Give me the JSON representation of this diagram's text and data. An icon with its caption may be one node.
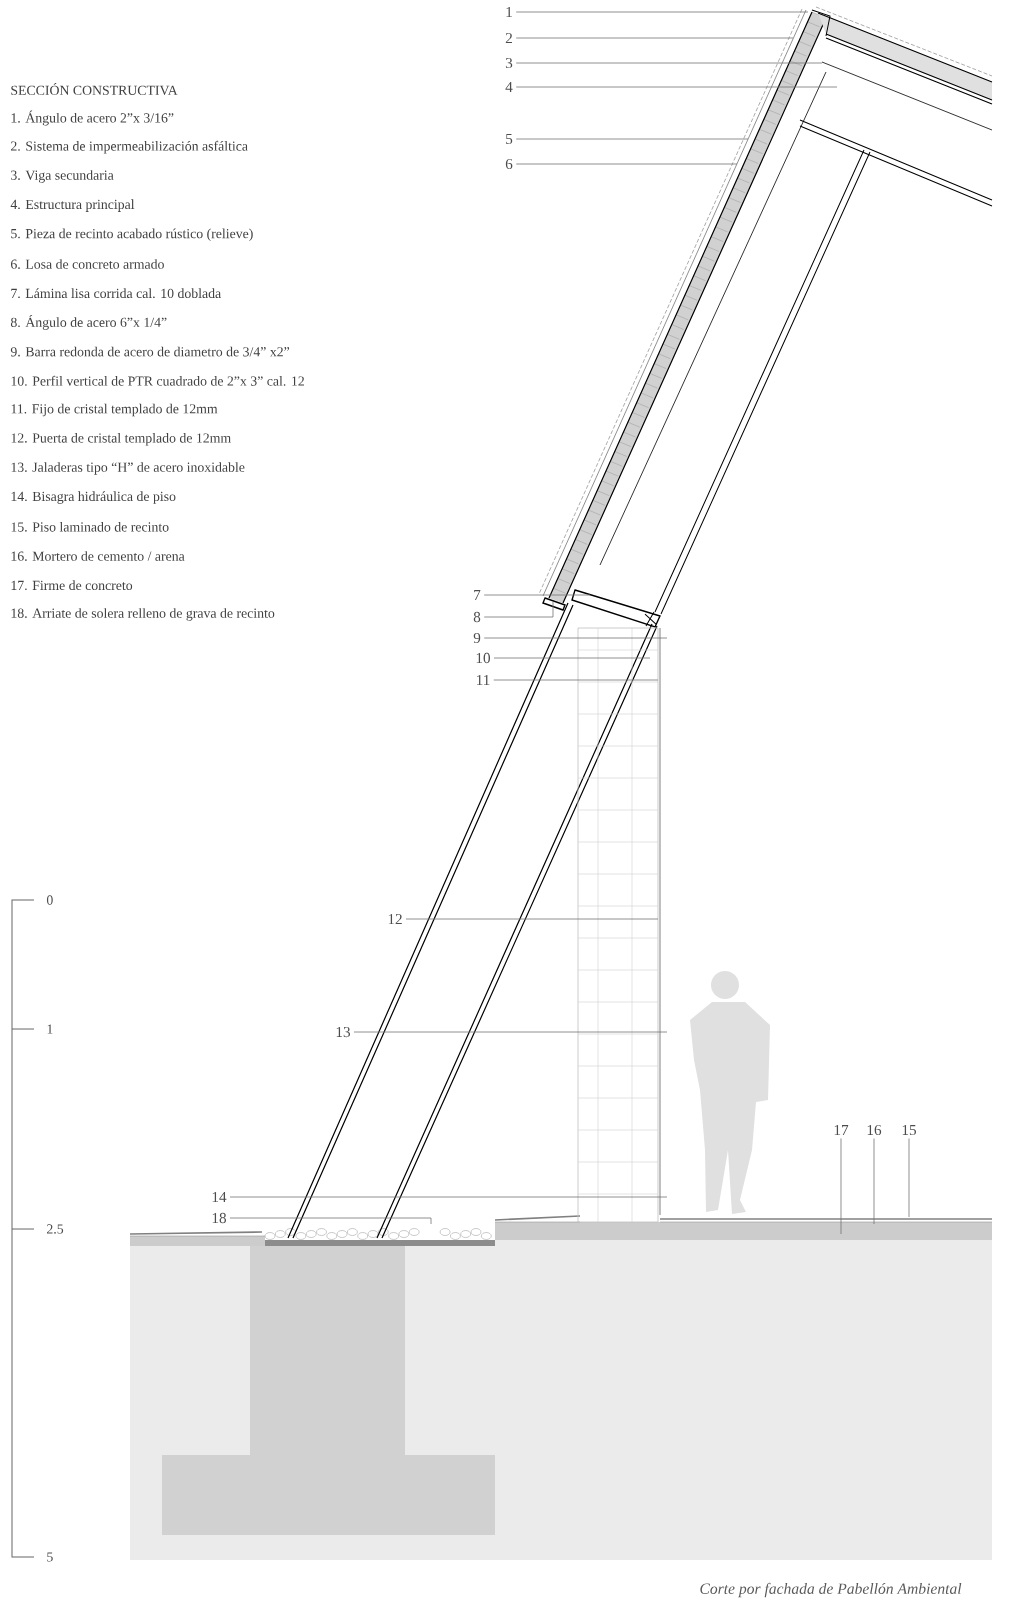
{
  "diagram": {
    "title": "SECCIÓN CONSTRUCTIVA",
    "caption": "Corte por fachada de Pabellón Ambiental",
    "nodes": [
      {
        "text": [
          "1"
        ]
      },
      {
        "text": [
          "2"
        ]
      },
      {
        "text": [
          "3"
        ]
      },
      {
        "text": [
          "4"
        ]
      },
      {
        "text": [
          "5"
        ]
      },
      {
        "text": [
          "6"
        ]
      },
      {
        "text": [
          "7"
        ]
      },
      {
        "text": [
          "8"
        ]
      },
      {
        "text": [
          "9"
        ]
      },
      {
        "text": [
          "10"
        ]
      },
      {
        "text": [
          "11"
        ]
      },
      {
        "text": [
          "12"
        ]
      },
      {
        "text": [
          "13"
        ]
      },
      {
        "text": [
          "14"
        ]
      },
      {
        "text": [
          "15"
        ]
      },
      {
        "text": [
          "16"
        ]
      },
      {
        "text": [
          "17"
        ]
      },
      {
        "text": [
          "18"
        ]
      }
    ],
    "edges": [
      {
        "from": 0,
        "to": null,
        "arrow": "none"
      },
      {
        "from": 1,
        "to": null,
        "arrow": "none"
      },
      {
        "from": 2,
        "to": null,
        "arrow": "none"
      },
      {
        "from": 3,
        "to": null,
        "arrow": "none"
      },
      {
        "from": 4,
        "to": null,
        "arrow": "none"
      },
      {
        "from": 5,
        "to": null,
        "arrow": "none"
      },
      {
        "from": 6,
        "to": null,
        "arrow": "none"
      },
      {
        "from": 7,
        "to": null,
        "arrow": "none"
      },
      {
        "from": 8,
        "to": null,
        "arrow": "none"
      },
      {
        "from": 9,
        "to": null,
        "arrow": "none"
      },
      {
        "from": 10,
        "to": null,
        "arrow": "none"
      },
      {
        "from": 11,
        "to": null,
        "arrow": "none"
      },
      {
        "from": 12,
        "to": null,
        "arrow": "none"
      },
      {
        "from": 13,
        "to": null,
        "arrow": "none"
      },
      {
        "from": 14,
        "to": null,
        "arrow": "none"
      },
      {
        "from": 15,
        "to": null,
        "arrow": "none"
      },
      {
        "from": 16,
        "to": null,
        "arrow": "none"
      },
      {
        "from": 17,
        "to": null,
        "arrow": "none"
      }
    ],
    "labels": [
      "1. Ángulo de acero 2”x 3/16”",
      "2. Sistema de impermeabilización asfáltica",
      "3. Viga secundaria",
      "4. Estructura principal",
      "5. Pieza de recinto acabado rústico (relieve)",
      "6. Losa de concreto armado",
      "7. Lámina lisa corrida cal. 10 doblada",
      "8. Ángulo de acero 6”x 1/4”",
      "9. Barra redonda de acero de diametro de 3/4” x2”",
      "10. Perfil vertical de PTR cuadrado de 2”x 3” cal. 12",
      "11. Fijo de cristal templado de 12mm",
      "12. Puerta de cristal templado de 12mm",
      "13. Jaladeras tipo “H” de acero inoxidable",
      "14. Bisagra hidráulica de piso",
      "15. Piso laminado de recinto",
      "16. Mortero de cemento / arena",
      "17. Firme de concreto",
      "18. Arriate de solera relleno de grava de recinto",
      "0",
      "1",
      "2.5",
      "5"
    ]
  }
}
